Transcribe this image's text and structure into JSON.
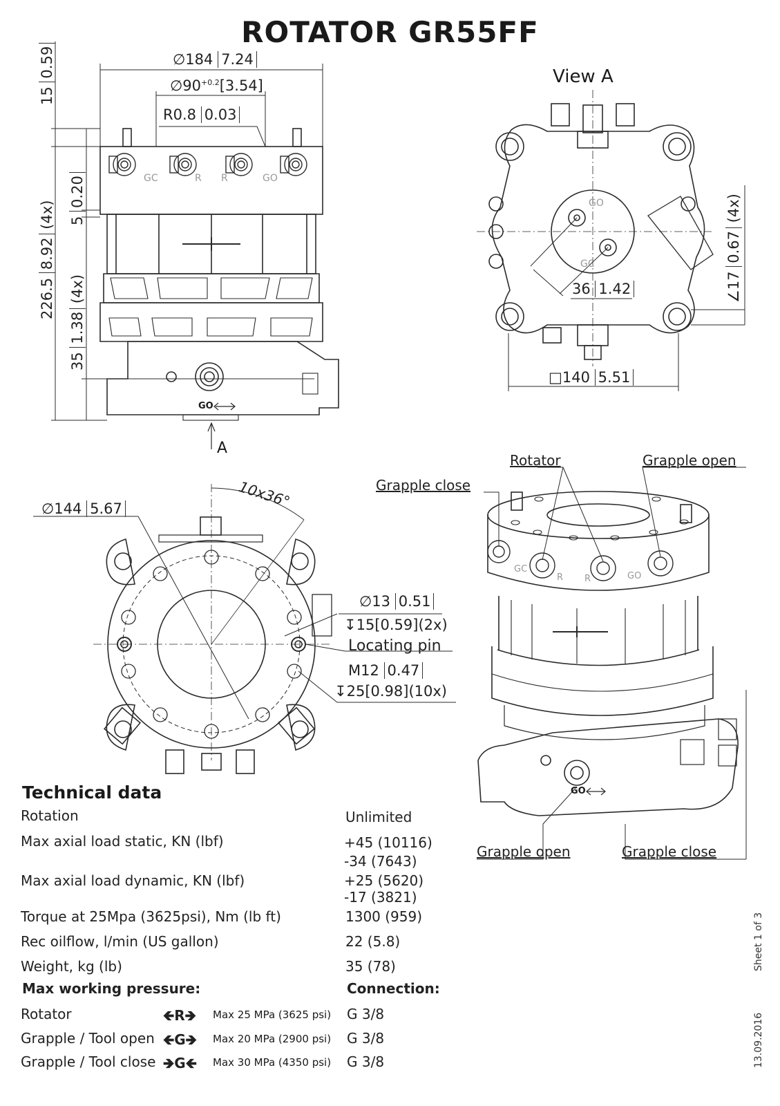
{
  "title": "ROTATOR  GR55FF",
  "front_view": {
    "dia_184": "∅184",
    "dia_184_in": "7.24",
    "dia_90": "∅90",
    "dia_90_tol": "+0.2",
    "dia_90_in": "[3.54]",
    "r08": "R0.8",
    "r08_in": "0.03",
    "h15": "15",
    "h15_in": "0.59",
    "h5": "5",
    "h5_in": "0.20",
    "h226": "226.5",
    "h226_in": "8.92",
    "h226_qty": "(4x)",
    "h35": "35",
    "h35_in": "1.38",
    "h35_qty": "(4x)",
    "port_gc": "GC",
    "port_r1": "R",
    "port_r2": "R",
    "port_go": "GO",
    "go_arrow": "GO",
    "view_marker": "A"
  },
  "view_a": {
    "title": "View A",
    "port_go": "GO",
    "port_gc": "GC",
    "d36": "36",
    "d36_in": "1.42",
    "d17": "∠17",
    "d17_in": "0.67",
    "d17_qty": "(4x)",
    "sq140": "□140",
    "sq140_in": "5.51"
  },
  "bottom_view": {
    "dia_144": "∅144",
    "dia_144_in": "5.67",
    "angle": "10x36°",
    "dia_13": "∅13",
    "dia_13_in": "0.51",
    "depth_15": "↧15[0.59](2x)",
    "locating_pin": "Locating pin",
    "m12": "M12",
    "m12_in": "0.47",
    "depth_25": "↧25[0.98](10x)"
  },
  "iso_view": {
    "rotator": "Rotator",
    "grapple_open_top": "Grapple open",
    "grapple_close_top": "Grapple close",
    "grapple_open_bottom": "Grapple open",
    "grapple_close_bottom": "Grapple close",
    "port_gc": "GC",
    "port_r1": "R",
    "port_r2": "R",
    "port_go": "GO",
    "go_arrow": "GO"
  },
  "technical_data": {
    "heading": "Technical data",
    "rows": [
      {
        "label": "Rotation",
        "value": "Unlimited",
        "value2": ""
      },
      {
        "label": "Max axial load static, KN (lbf)",
        "value": "+45 (10116)",
        "value2": "-34 (7643)"
      },
      {
        "label": "Max axial load dynamic, KN (lbf)",
        "value": "+25 (5620)",
        "value2": " -17 (3821)"
      },
      {
        "label": "Torque at 25Mpa (3625psi), Nm (lb ft)",
        "value": "1300 (959)",
        "value2": ""
      },
      {
        "label": "Rec oilflow, l/min (US gallon)",
        "value": "22 (5.8)",
        "value2": ""
      },
      {
        "label": "Weight, kg (lb)",
        "value": "35 (78)",
        "value2": ""
      }
    ],
    "pressure_heading": "Max working pressure:",
    "connection_heading": "Connection:",
    "pressure_rows": [
      {
        "label": "Rotator",
        "symbol": "🡸R🡺",
        "pressure": "Max 25 MPa (3625 psi)",
        "connection": "G 3/8"
      },
      {
        "label": "Grapple / Tool open",
        "symbol": "🡸G🡺",
        "pressure": "Max 20 MPa (2900 psi)",
        "connection": "G 3/8"
      },
      {
        "label": "Grapple / Tool close",
        "symbol": "🡺G🡸",
        "pressure": "Max 30 MPa (4350 psi)",
        "connection": "G 3/8"
      }
    ]
  },
  "footer": {
    "sheet": "Sheet 1 of 3",
    "date": "13.09.2016"
  }
}
